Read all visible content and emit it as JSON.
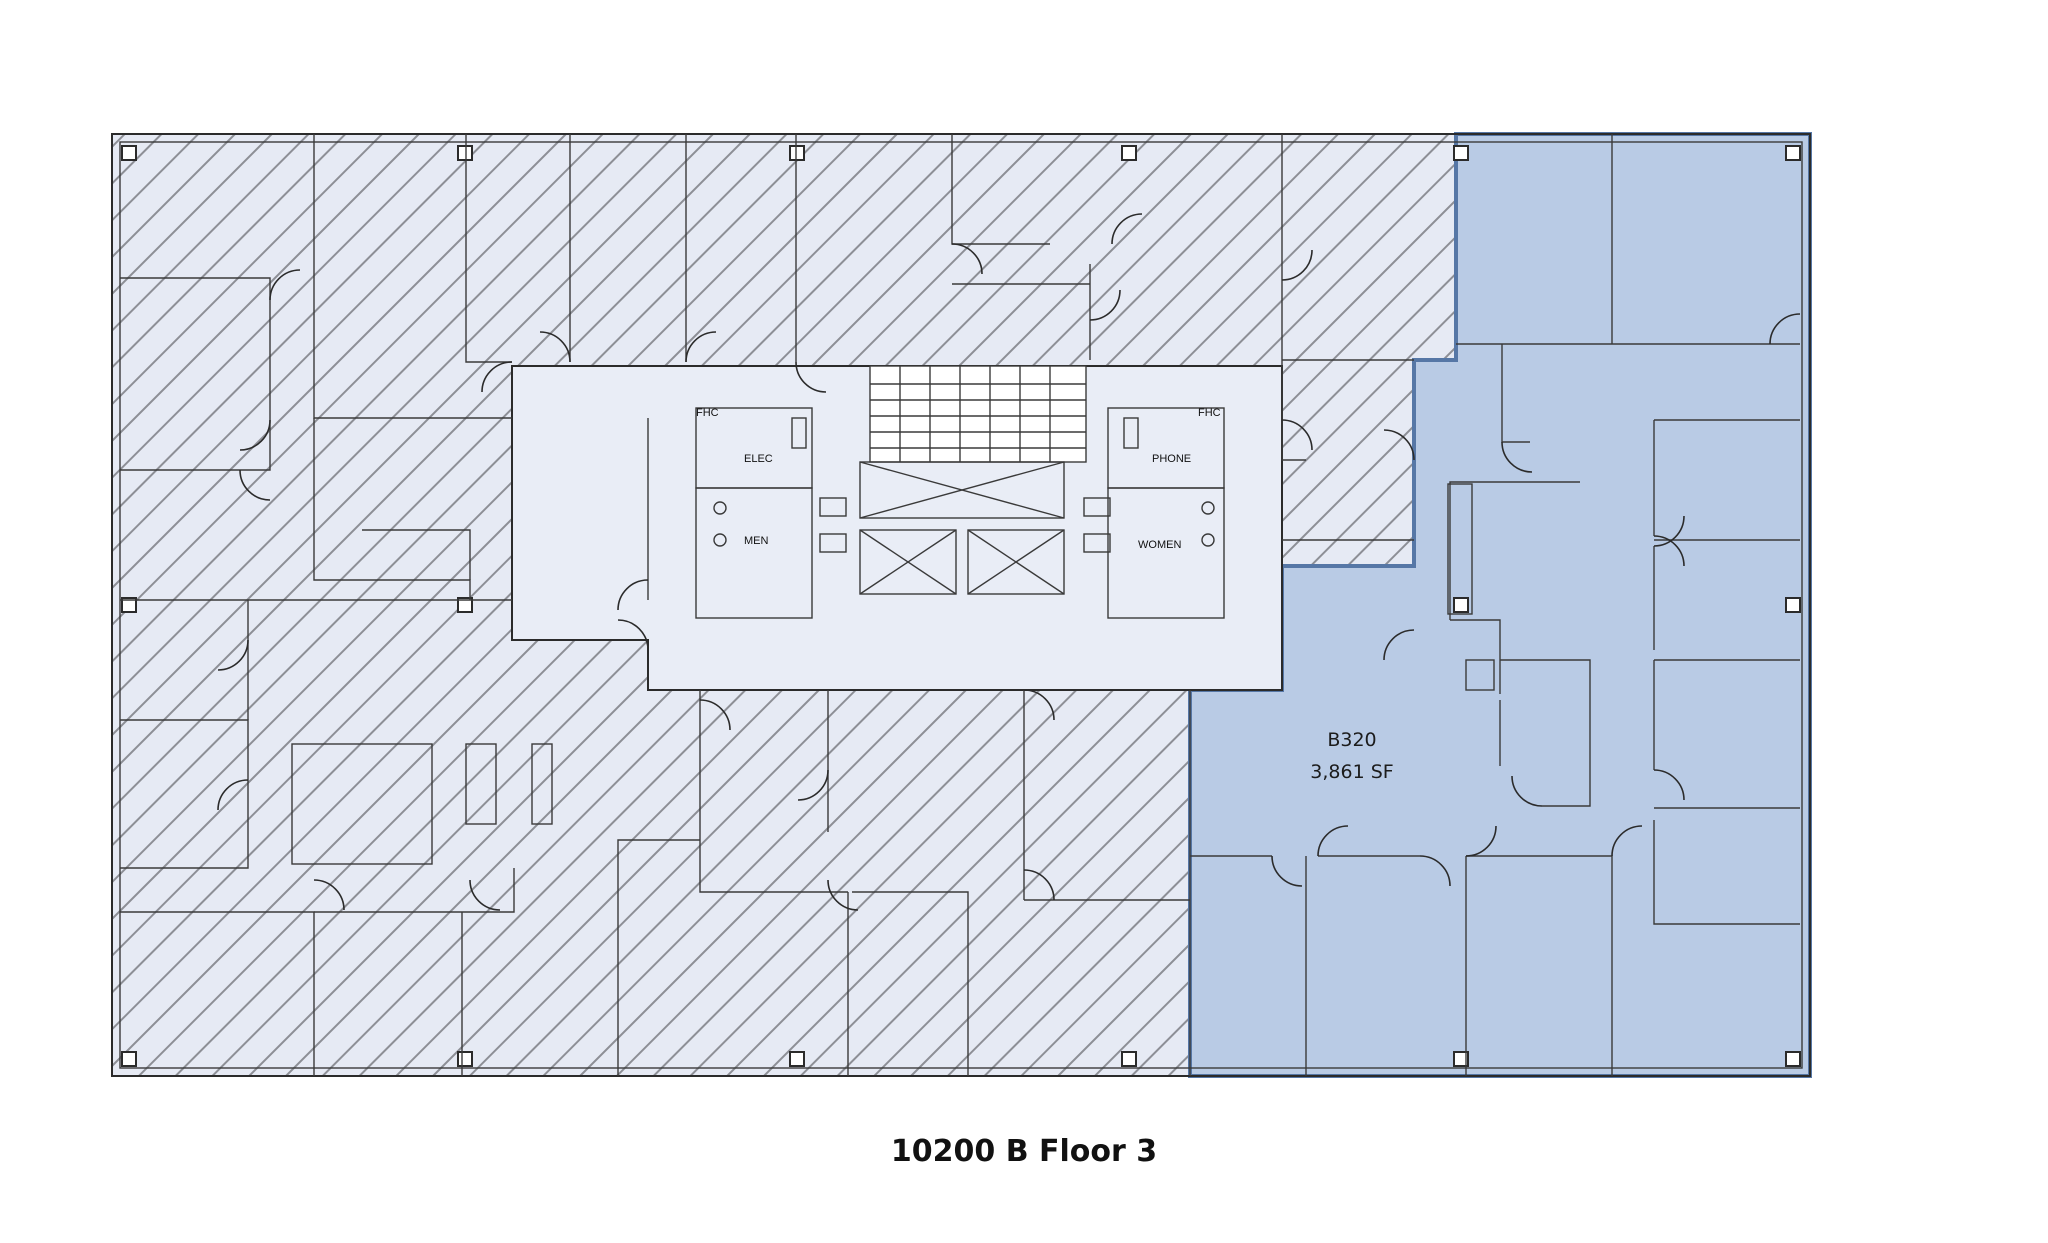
{
  "title": "10200 B Floor 3",
  "suite": {
    "id": "B320",
    "area": "3,861 SF"
  },
  "rooms": {
    "elec": "ELEC",
    "phone": "PHONE",
    "men": "MEN",
    "women": "WOMEN",
    "fhc_left": "FHC",
    "fhc_right": "FHC"
  },
  "colors": {
    "hatched_fill": "#e6eaf4",
    "hatch_line": "#8d8f96",
    "available_fill": "#b9cbe5",
    "available_outline": "#5677a6",
    "core_fill": "#e9edf6"
  }
}
